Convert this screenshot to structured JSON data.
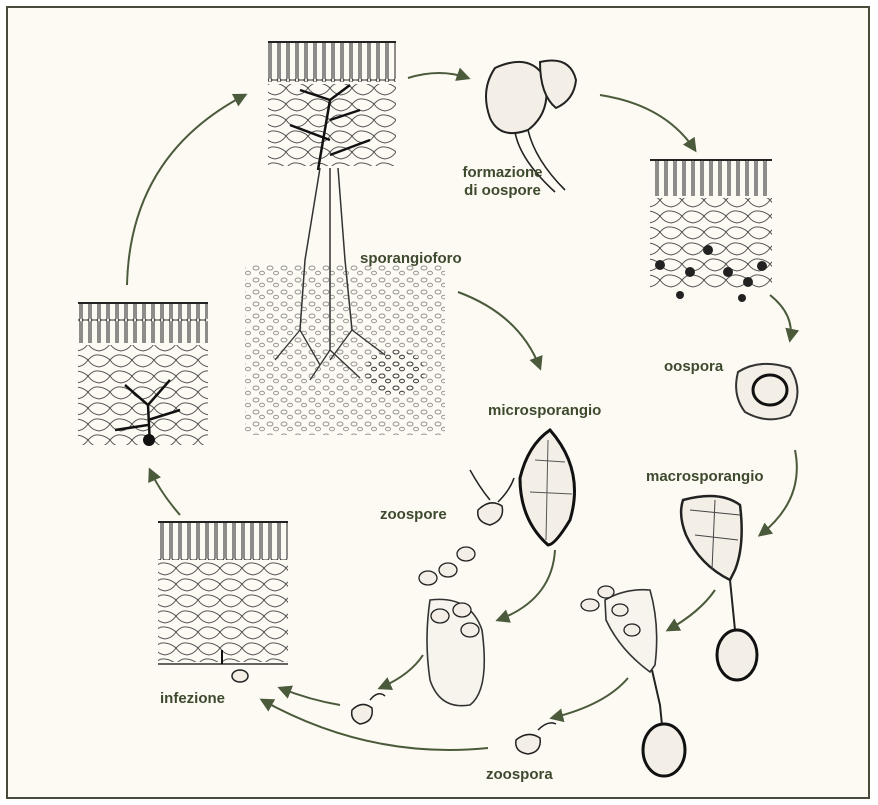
{
  "diagram": {
    "labels": {
      "oospore_formation": [
        "formazione",
        "di oospore"
      ],
      "sporangiophore": "sporangioforo",
      "oospore": "oospora",
      "microsporangium": "microsporangio",
      "macrosporangium": "macrosporangio",
      "zoospores": "zoospore",
      "infection": "infezione",
      "zoospore": "zoospora"
    },
    "colors": {
      "arrow": "#4a5a3a",
      "label": "#3d4a2e",
      "ink": "#222222",
      "frame": "#4a4a3a",
      "background": "#fdfaf4"
    }
  }
}
